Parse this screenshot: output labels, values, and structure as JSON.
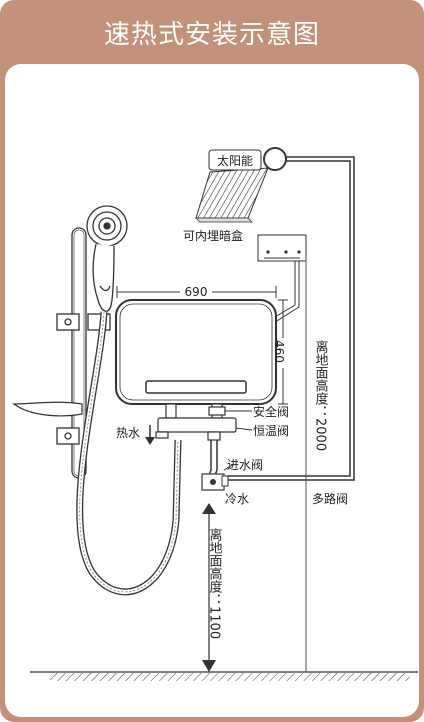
{
  "header": {
    "title": "速热式安装示意图"
  },
  "labels": {
    "solar": "太阳能",
    "junction_box": "可内埋暗盒",
    "width_dim": "690",
    "height_dim": "460",
    "safety_valve": "安全阀",
    "thermostatic_valve": "恒温阀",
    "hot_water": "热水",
    "inlet_valve": "进水阀",
    "cold_water": "冷水",
    "multi_valve": "多路阀",
    "height_2000": "离地面高度：2000",
    "height_1100": "离地面高度：1100"
  },
  "colors": {
    "accent": "#c1917a",
    "line": "#333333"
  }
}
